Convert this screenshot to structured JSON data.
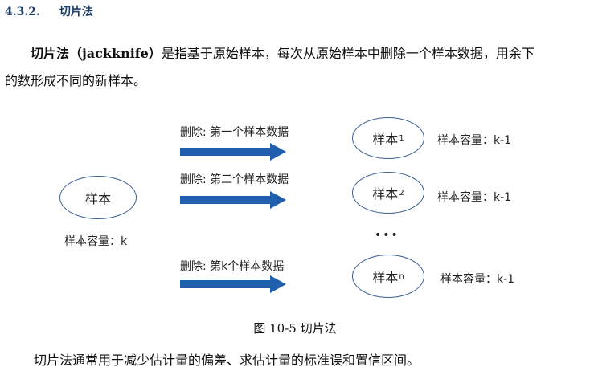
{
  "section": {
    "number": "4.3.2.",
    "title": "切片法"
  },
  "intro": {
    "term": "切片法（jackknife）",
    "line1_rest": "是指基于原始样本，每次从原始样本中删除一个样本数据，用余下",
    "line2": "的数形成不同的新样本。"
  },
  "figure": {
    "original": {
      "label": "样本",
      "capacity": "样本容量：k"
    },
    "steps": [
      {
        "action": "删除: 第一个样本数据",
        "sample_label": "样本",
        "subscript": "1",
        "capacity": "样本容量：k-1"
      },
      {
        "action": "删除: 第二个样本数据",
        "sample_label": "样本",
        "subscript": "2",
        "capacity": "样本容量：k-1"
      },
      {
        "action": "删除: 第k个样本数据",
        "sample_label": "样本",
        "subscript": "n",
        "capacity": "样本容量：k-1"
      }
    ],
    "ellipsis": "•••",
    "caption": "图 10-5  切片法"
  },
  "colors": {
    "heading": "#1f3f6b",
    "ellipse_border": "#3a5f93",
    "arrow_fill": "#1f5fae"
  },
  "outro": "切片法通常用于减少估计量的偏差、求估计量的标准误和置信区间。"
}
